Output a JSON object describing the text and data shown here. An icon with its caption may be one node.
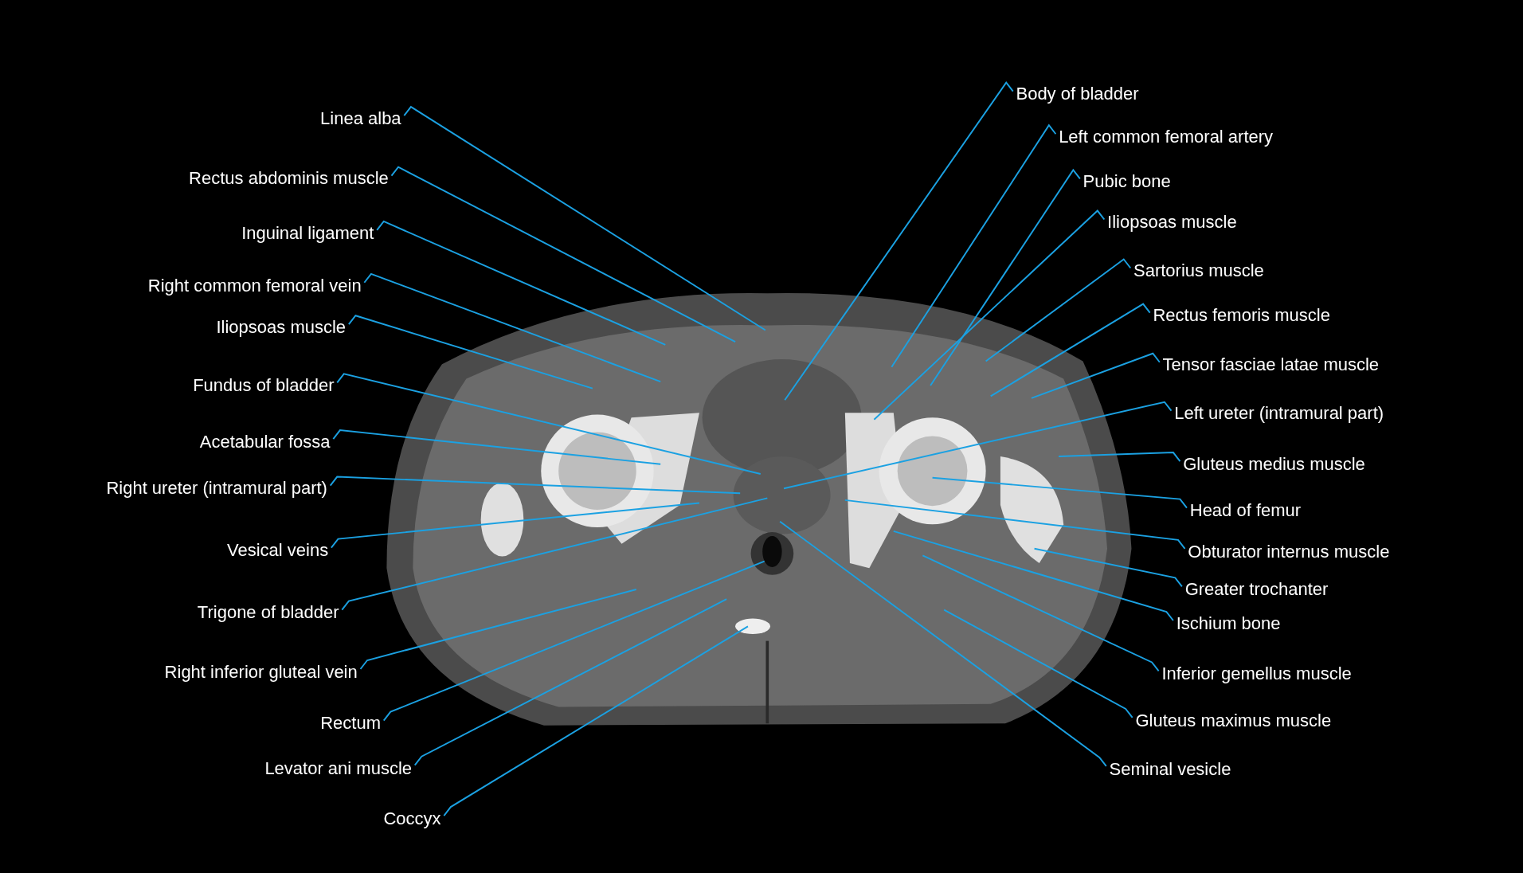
{
  "diagram": {
    "nodes": [
      {
        "text": [
          "Linea alba"
        ]
      },
      {
        "text": [
          "Rectus abdominis muscle"
        ]
      },
      {
        "text": [
          "Inguinal ligament"
        ]
      },
      {
        "text": [
          "Right common femoral vein"
        ]
      },
      {
        "text": [
          "Iliopsoas muscle"
        ]
      },
      {
        "text": [
          "Fundus of bladder"
        ]
      },
      {
        "text": [
          "Acetabular fossa"
        ]
      },
      {
        "text": [
          "Right ureter (intramural part)"
        ]
      },
      {
        "text": [
          "Vesical veins"
        ]
      },
      {
        "text": [
          "Trigone of bladder"
        ]
      },
      {
        "text": [
          "Right inferior gluteal vein"
        ]
      },
      {
        "text": [
          "Rectum"
        ]
      },
      {
        "text": [
          "Levator ani muscle"
        ]
      },
      {
        "text": [
          "Coccyx"
        ]
      },
      {
        "text": [
          "Body of bladder"
        ]
      },
      {
        "text": [
          "Left common femoral artery"
        ]
      },
      {
        "text": [
          "Pubic bone"
        ]
      },
      {
        "text": [
          "Iliopsoas muscle"
        ]
      },
      {
        "text": [
          "Sartorius muscle"
        ]
      },
      {
        "text": [
          "Rectus femoris muscle"
        ]
      },
      {
        "text": [
          "Tensor fasciae latae muscle"
        ]
      },
      {
        "text": [
          "Left ureter (intramural part)"
        ]
      },
      {
        "text": [
          "Gluteus medius muscle"
        ]
      },
      {
        "text": [
          "Head of femur"
        ]
      },
      {
        "text": [
          "Obturator internus muscle"
        ]
      },
      {
        "text": [
          "Greater trochanter"
        ]
      },
      {
        "text": [
          "Ischium bone"
        ]
      },
      {
        "text": [
          "Inferior gemellus muscle"
        ]
      },
      {
        "text": [
          "Gluteus maximus muscle"
        ]
      },
      {
        "text": [
          "Seminal vesicle"
        ]
      }
    ],
    "edges": [
      {
        "from": 0,
        "to": null,
        "arrow": "none"
      },
      {
        "from": 1,
        "to": null,
        "arrow": "none"
      },
      {
        "from": 2,
        "to": null,
        "arrow": "none"
      },
      {
        "from": 3,
        "to": null,
        "arrow": "none"
      },
      {
        "from": 4,
        "to": null,
        "arrow": "none"
      },
      {
        "from": 5,
        "to": null,
        "arrow": "none"
      },
      {
        "from": 6,
        "to": null,
        "arrow": "none"
      },
      {
        "from": 7,
        "to": null,
        "arrow": "none"
      },
      {
        "from": 8,
        "to": null,
        "arrow": "none"
      },
      {
        "from": 9,
        "to": null,
        "arrow": "none"
      },
      {
        "from": 10,
        "to": null,
        "arrow": "none"
      },
      {
        "from": 11,
        "to": null,
        "arrow": "none"
      },
      {
        "from": 12,
        "to": null,
        "arrow": "none"
      },
      {
        "from": 13,
        "to": null,
        "arrow": "none"
      },
      {
        "from": 14,
        "to": null,
        "arrow": "none"
      },
      {
        "from": 15,
        "to": null,
        "arrow": "none"
      },
      {
        "from": 16,
        "to": null,
        "arrow": "none"
      },
      {
        "from": 17,
        "to": null,
        "arrow": "none"
      },
      {
        "from": 18,
        "to": null,
        "arrow": "none"
      },
      {
        "from": 19,
        "to": null,
        "arrow": "none"
      },
      {
        "from": 20,
        "to": null,
        "arrow": "none"
      },
      {
        "from": 21,
        "to": null,
        "arrow": "none"
      },
      {
        "from": 22,
        "to": null,
        "arrow": "none"
      },
      {
        "from": 23,
        "to": null,
        "arrow": "none"
      },
      {
        "from": 24,
        "to": null,
        "arrow": "none"
      },
      {
        "from": 25,
        "to": null,
        "arrow": "none"
      },
      {
        "from": 26,
        "to": null,
        "arrow": "none"
      },
      {
        "from": 27,
        "to": null,
        "arrow": "none"
      },
      {
        "from": 28,
        "to": null,
        "arrow": "none"
      },
      {
        "from": 29,
        "to": null,
        "arrow": "none"
      }
    ]
  }
}
